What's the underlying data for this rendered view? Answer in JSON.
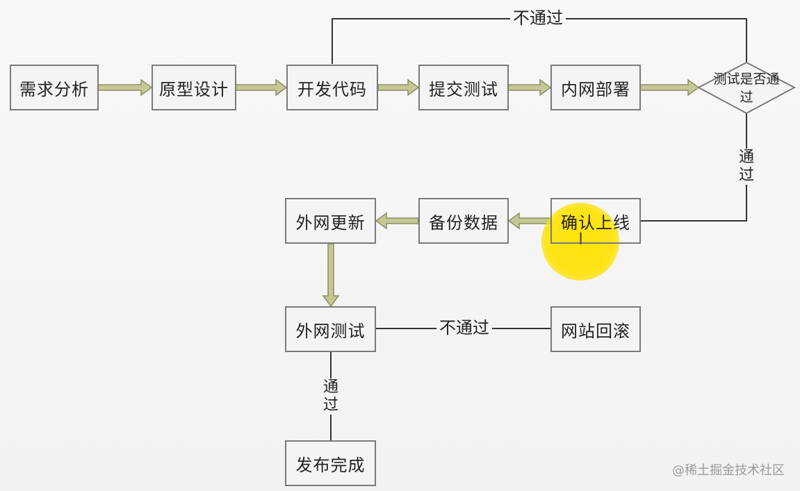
{
  "nodes": {
    "requirement_analysis": "需求分析",
    "prototype_design": "原型设计",
    "develop_code": "开发代码",
    "submit_test": "提交测试",
    "intranet_deploy": "内网部署",
    "test_pass_question": "测试是否通过",
    "confirm_online": "确认上线",
    "backup_data": "备份数据",
    "extranet_update": "外网更新",
    "extranet_test": "外网测试",
    "site_rollback": "网站回滚",
    "release_complete": "发布完成"
  },
  "edges": {
    "fail_top": "不通过",
    "pass_right": "通过",
    "fail_bottom": "不通过",
    "pass_bottom": "通过"
  },
  "watermark": "@稀土掘金技术社区",
  "colors": {
    "arrow_fill": "#c5c795",
    "arrow_stroke": "#8c8f63",
    "line": "#333333",
    "highlight": "#ffe200"
  }
}
